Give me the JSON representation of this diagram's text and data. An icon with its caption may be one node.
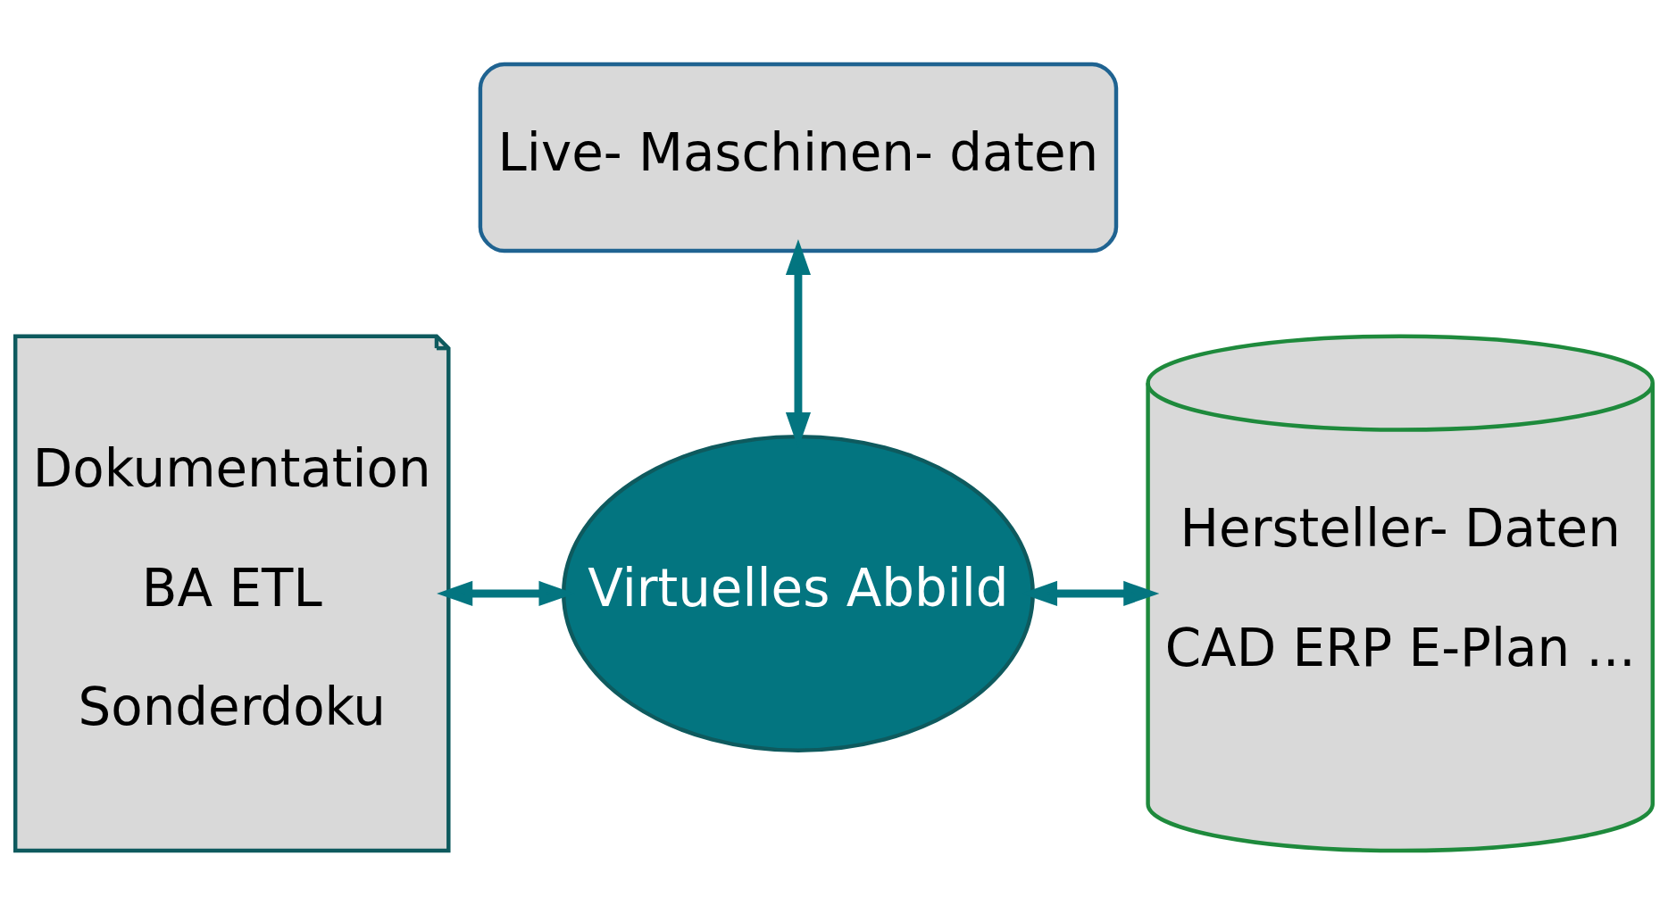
{
  "diagram": {
    "nodes": [
      {
        "text": [
          "Live- Maschinen- daten"
        ]
      },
      {
        "text": [
          "Hersteller- Daten",
          "CAD ERP E-Plan ..."
        ]
      },
      {
        "text": [
          "Dokumentation",
          "BA ETL",
          "Sonderdoku"
        ]
      },
      {
        "text": [
          "Virtuelles Abbild"
        ]
      }
    ],
    "edges": [
      {
        "from": 0,
        "to": 3,
        "arrow": "both"
      },
      {
        "from": 2,
        "to": 3,
        "arrow": "both"
      },
      {
        "from": 3,
        "to": 1,
        "arrow": "both"
      }
    ]
  }
}
